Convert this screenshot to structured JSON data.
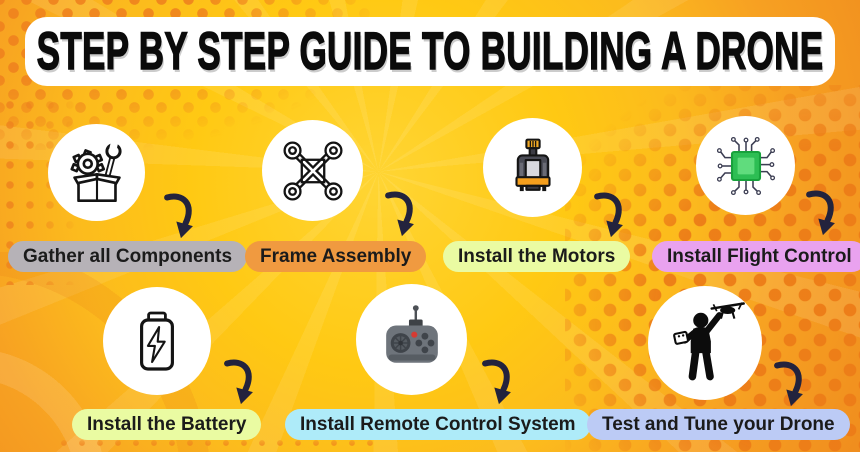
{
  "title": "STEP BY STEP GUIDE TO BUILDING A DRONE",
  "colors": {
    "background_center": "#ffc913",
    "background_edge": "#f08d1e",
    "dot_pattern": "#ee821e",
    "title_box": "#ffffff",
    "title_text": "#0b0b0b",
    "arrow": "#23233d",
    "pill_text": "#1b1b1b",
    "icon_circle": "#ffffff"
  },
  "steps": [
    {
      "label": "Gather all Components",
      "icon": "box-gear-wrench-icon",
      "pill_color": "#b6b2b7"
    },
    {
      "label": "Frame Assembly",
      "icon": "drone-frame-icon",
      "pill_color": "#f09a40"
    },
    {
      "label": "Install the Motors",
      "icon": "motor-icon",
      "pill_color": "#eafba2"
    },
    {
      "label": "Install Flight Control",
      "icon": "chip-icon",
      "pill_color": "#e9a2ef"
    },
    {
      "label": "Install the Battery",
      "icon": "battery-icon",
      "pill_color": "#eafba2"
    },
    {
      "label": "Install Remote Control System",
      "icon": "remote-control-icon",
      "pill_color": "#aeebf9"
    },
    {
      "label": "Test and Tune your Drone",
      "icon": "person-with-drone-icon",
      "pill_color": "#bccbf5"
    }
  ]
}
